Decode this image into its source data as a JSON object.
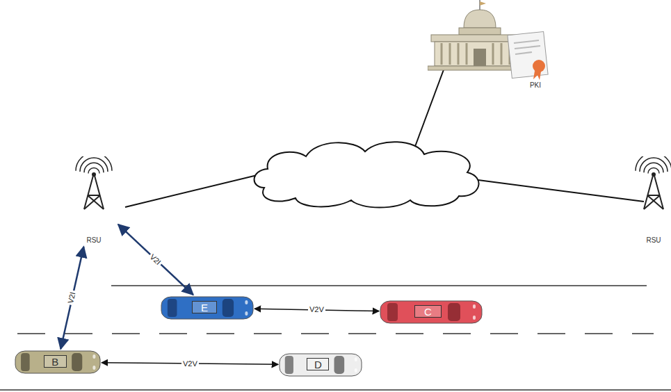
{
  "diagram": {
    "nodes": [
      {
        "text": [
          "PKI"
        ]
      },
      {
        "text": [
          "RSU"
        ]
      },
      {
        "text": [
          "RSU"
        ]
      },
      {
        "text": [
          "E"
        ]
      },
      {
        "text": [
          "C"
        ]
      },
      {
        "text": [
          "B"
        ]
      },
      {
        "text": [
          "D"
        ]
      }
    ],
    "edges": [
      {
        "from": 1,
        "to": 3,
        "label": "V2I",
        "arrow": "both"
      },
      {
        "from": 1,
        "to": 5,
        "label": "V2I",
        "arrow": "both"
      },
      {
        "from": 3,
        "to": 4,
        "label": "V2V",
        "arrow": "both"
      },
      {
        "from": 5,
        "to": 6,
        "label": "V2V",
        "arrow": "both"
      }
    ]
  }
}
